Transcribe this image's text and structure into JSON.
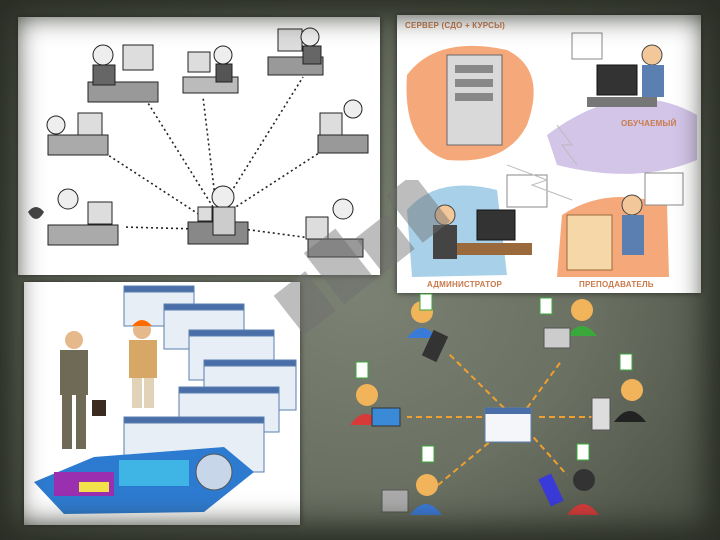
{
  "panel_network": {
    "center": "teacher-figure",
    "peers": [
      "computer-user-1",
      "computer-user-2",
      "computer-user-3",
      "computer-user-4",
      "computer-user-5",
      "computer-user-6",
      "computer-user-7"
    ]
  },
  "panel_roles": {
    "server_label": "СЕРВЕР (СДО + КУРСЫ)",
    "student_label": "ОБУЧАЕМЫЙ",
    "admin_label": "АДМИНИСТРАТОР",
    "teacher_label": "ПРЕПОДАВАТЕЛЬ"
  },
  "colors": {
    "background": "#6a7062",
    "label_orange": "#c97a4c",
    "blob_orange": "#f4a06c",
    "blob_purple": "#c8b6e2",
    "blob_blue": "#9ecbe6",
    "arrow_orange": "#f0a030",
    "check_green": "#3aa83a"
  }
}
